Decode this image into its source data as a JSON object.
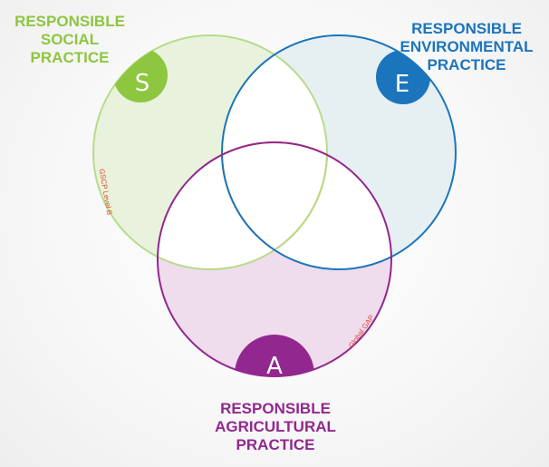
{
  "headings": {
    "social": [
      "RESPONSIBLE",
      "SOCIAL",
      "PRACTICE"
    ],
    "environmental": [
      "RESPONSIBLE",
      "ENVIRONMENTAL",
      "PRACTICE"
    ],
    "agricultural": [
      "RESPONSIBLE",
      "AGRICULTURAL",
      "PRACTICE"
    ]
  },
  "badges": {
    "social": "S",
    "environmental": "E",
    "agricultural": "A"
  },
  "circle_labels": {
    "social": "GSCP Level B",
    "agricultural": "Global GAP"
  },
  "colors": {
    "social": "#8dc63f",
    "environmental": "#1b75bc",
    "agricultural": "#92278f",
    "center_outline": "#f7941d",
    "label_text": "#e2472f"
  }
}
